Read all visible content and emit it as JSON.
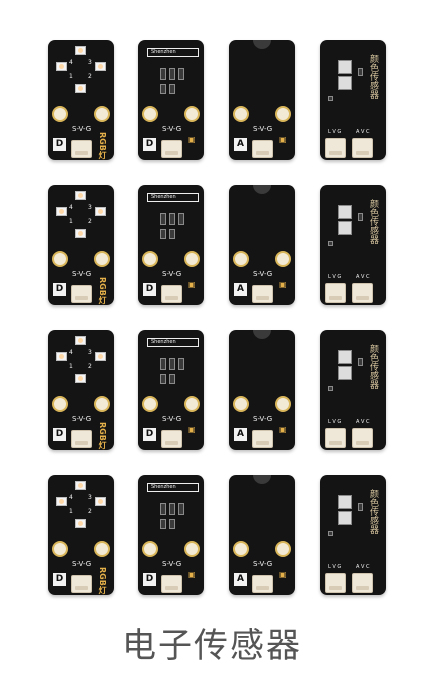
{
  "caption": "电子传感器",
  "rows": 4,
  "columns": [
    {
      "type": "rgb",
      "pin_label": "S-V-G",
      "mode_letter": "D",
      "name": "RGB灯"
    },
    {
      "type": "sound",
      "pin_label": "S-V-G",
      "mode_letter": "D",
      "chip_text": "Shenzhen"
    },
    {
      "type": "temp",
      "pin_label": "S-V-G",
      "mode_letter": "A"
    },
    {
      "type": "color",
      "pin_label_left": "L V G",
      "pin_label_right": "A V C",
      "name": "颜色传感器"
    }
  ],
  "led_numbers": [
    "4",
    "3",
    "1",
    "2"
  ]
}
